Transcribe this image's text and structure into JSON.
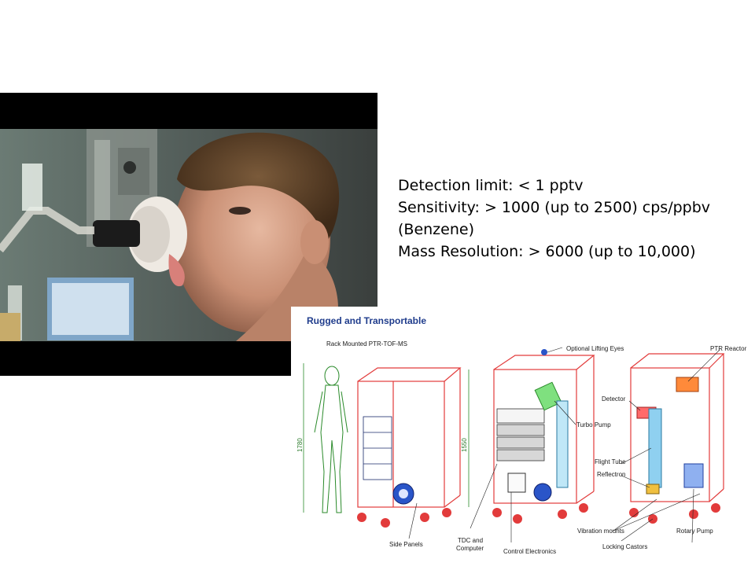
{
  "specs": {
    "line1": "Detection limit: < 1 pptv",
    "line2": "Sensitivity: > 1000 (up to 2500) cps/ppbv",
    "line3": "(Benzene)",
    "line4": "Mass Resolution: > 6000 (up to 10,000)"
  },
  "diagram": {
    "title": "Rugged and Transportable",
    "subtitle": "Rack Mounted PTR-TOF-MS",
    "dim_person": "1780",
    "dim_rack": "1550",
    "labels": {
      "lifting_eyes": "Optional Lifting Eyes",
      "ptr_reactor": "PTR Reactor",
      "detector": "Detector",
      "turbo_pump": "Turbo Pump",
      "flight_tube": "Flight Tube",
      "reflectron": "Reflectron",
      "vibration_mounts": "Vibration mounts",
      "locking_castors": "Locking Castors",
      "rotary_pump": "Rotary Pump",
      "side_panels": "Side Panels",
      "tdc_line1": "TDC and",
      "tdc_line2": "Computer",
      "control_electronics": "Control Electronics"
    }
  }
}
